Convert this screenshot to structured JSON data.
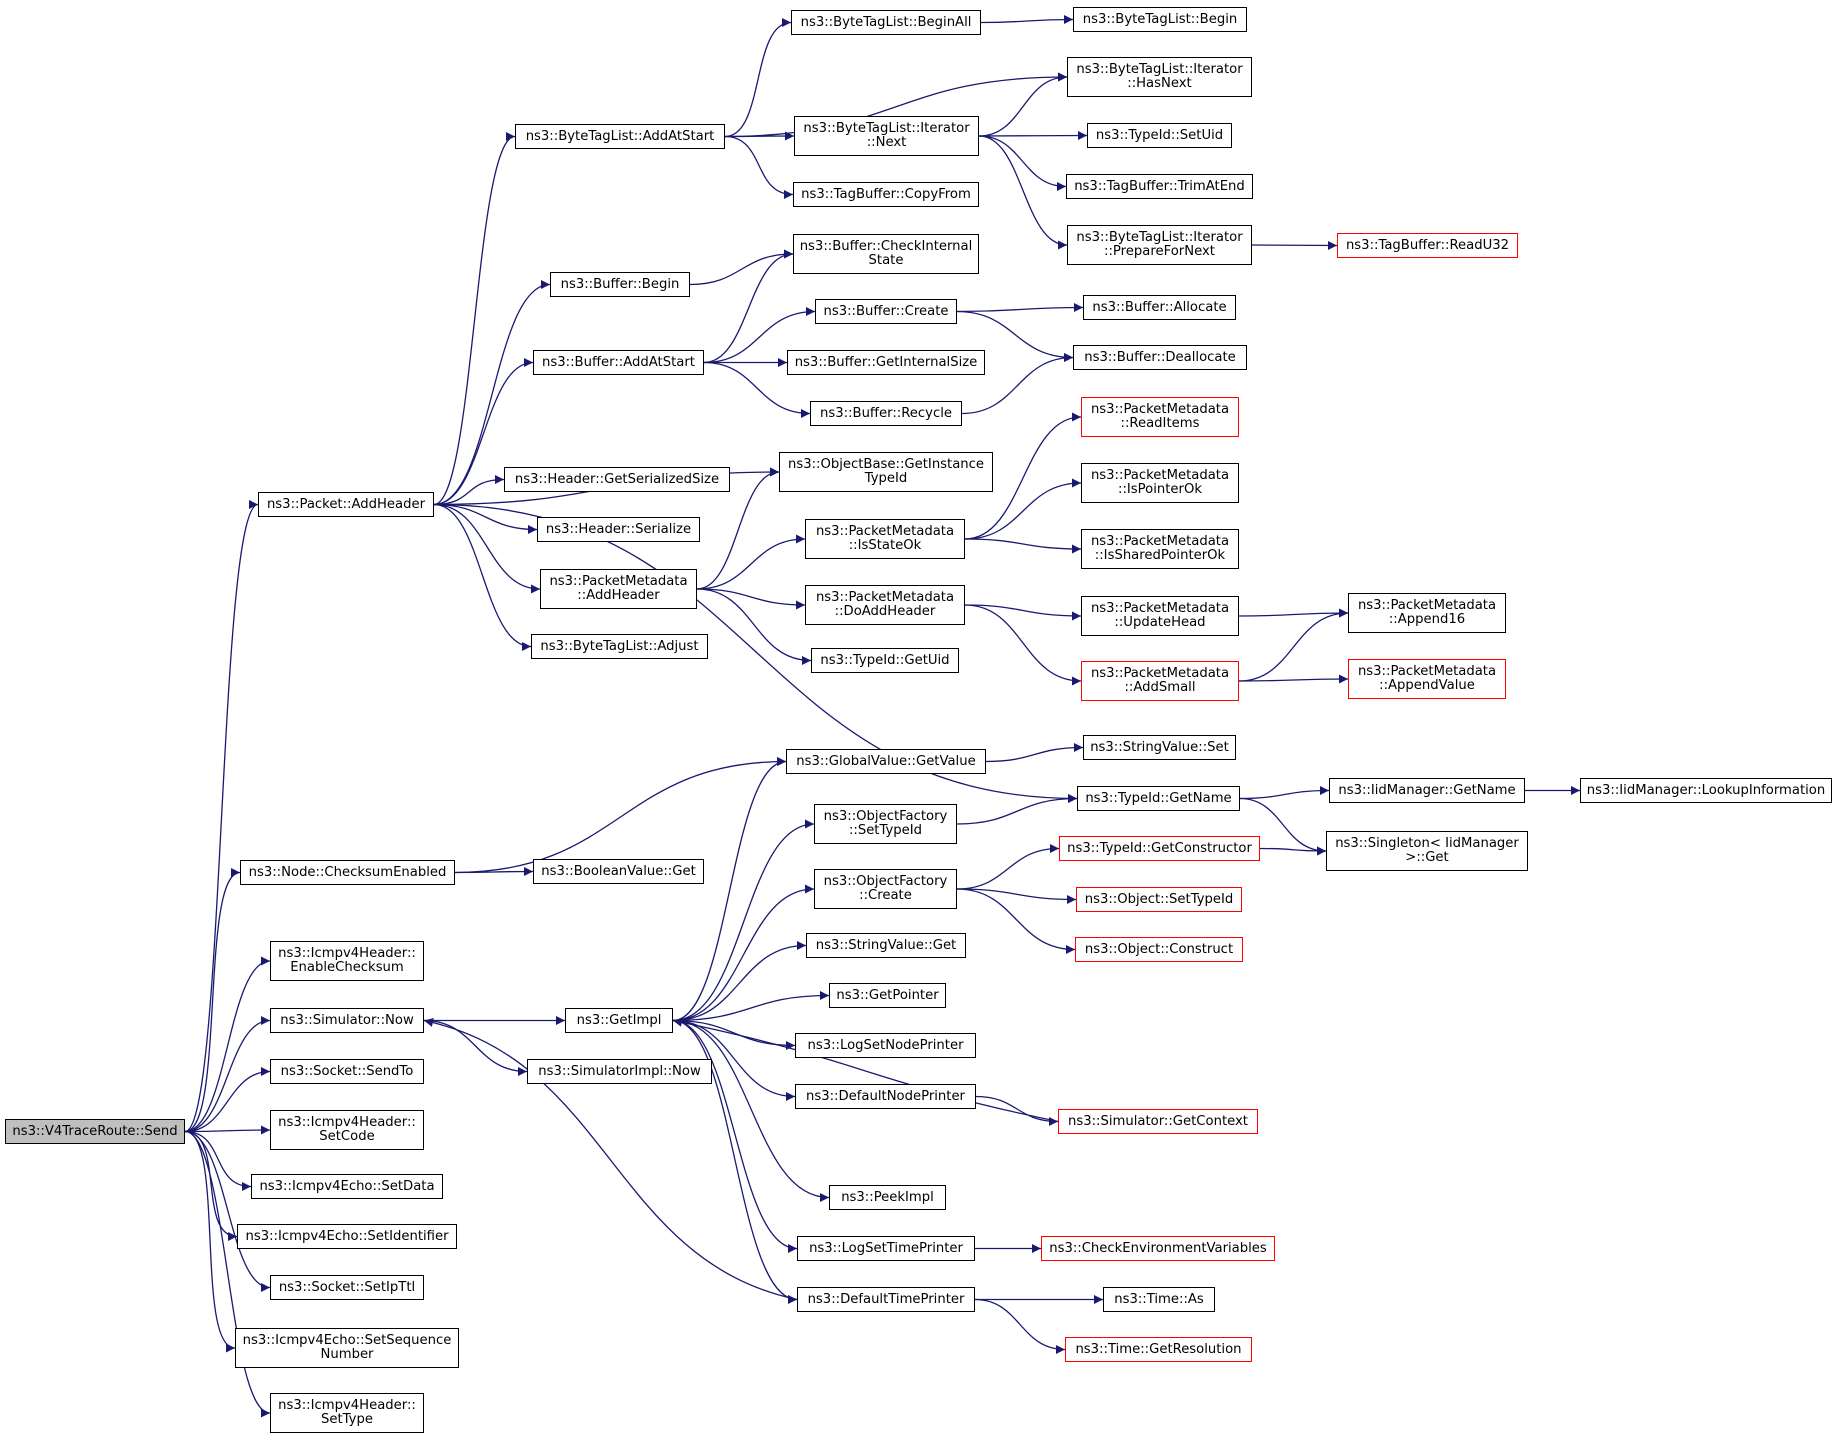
{
  "colors": {
    "edge": "#191970",
    "border": "#000000",
    "red_border": "#ff0000",
    "root_fill": "#bfbfbf"
  },
  "nodes": [
    {
      "id": "send",
      "label": "ns3::V4TraceRoute::Send",
      "root": true
    },
    {
      "id": "p_addheader",
      "label": "ns3::Packet::AddHeader"
    },
    {
      "id": "btl_addatstart",
      "label": "ns3::ByteTagList::AddAtStart"
    },
    {
      "id": "btl_beginall",
      "label": "ns3::ByteTagList::BeginAll"
    },
    {
      "id": "btl_begin",
      "label": "ns3::ByteTagList::Begin"
    },
    {
      "id": "btl_it_hasnext",
      "label": "ns3::ByteTagList::Iterator\n::HasNext"
    },
    {
      "id": "btl_it_next",
      "label": "ns3::ByteTagList::Iterator\n::Next"
    },
    {
      "id": "typeid_setuid",
      "label": "ns3::TypeId::SetUid"
    },
    {
      "id": "tagbuf_trimatend",
      "label": "ns3::TagBuffer::TrimAtEnd"
    },
    {
      "id": "tagbuf_copyfrom",
      "label": "ns3::TagBuffer::CopyFrom"
    },
    {
      "id": "btl_it_prepare",
      "label": "ns3::ByteTagList::Iterator\n::PrepareForNext"
    },
    {
      "id": "tagbuf_readu32",
      "label": "ns3::TagBuffer::ReadU32",
      "red": true
    },
    {
      "id": "buf_begin",
      "label": "ns3::Buffer::Begin"
    },
    {
      "id": "buf_checkinternal",
      "label": "ns3::Buffer::CheckInternal\nState"
    },
    {
      "id": "buf_addatstart",
      "label": "ns3::Buffer::AddAtStart"
    },
    {
      "id": "buf_create",
      "label": "ns3::Buffer::Create"
    },
    {
      "id": "buf_allocate",
      "label": "ns3::Buffer::Allocate"
    },
    {
      "id": "buf_deallocate",
      "label": "ns3::Buffer::Deallocate"
    },
    {
      "id": "buf_getinternalsize",
      "label": "ns3::Buffer::GetInternalSize"
    },
    {
      "id": "buf_recycle",
      "label": "ns3::Buffer::Recycle"
    },
    {
      "id": "pm_readitems",
      "label": "ns3::PacketMetadata\n::ReadItems",
      "red": true
    },
    {
      "id": "ob_getinstance",
      "label": "ns3::ObjectBase::GetInstance\nTypeId"
    },
    {
      "id": "hdr_getserialized",
      "label": "ns3::Header::GetSerializedSize"
    },
    {
      "id": "pm_ispointerok",
      "label": "ns3::PacketMetadata\n::IsPointerOk"
    },
    {
      "id": "pm_isstateok",
      "label": "ns3::PacketMetadata\n::IsStateOk"
    },
    {
      "id": "hdr_serialize",
      "label": "ns3::Header::Serialize"
    },
    {
      "id": "pm_issharedpointerok",
      "label": "ns3::PacketMetadata\n::IsSharedPointerOk"
    },
    {
      "id": "pm_addheader",
      "label": "ns3::PacketMetadata\n::AddHeader"
    },
    {
      "id": "pm_doaddheader",
      "label": "ns3::PacketMetadata\n::DoAddHeader"
    },
    {
      "id": "pm_updatehead",
      "label": "ns3::PacketMetadata\n::UpdateHead"
    },
    {
      "id": "pm_append16",
      "label": "ns3::PacketMetadata\n::Append16"
    },
    {
      "id": "btl_adjust",
      "label": "ns3::ByteTagList::Adjust"
    },
    {
      "id": "typeid_getuid",
      "label": "ns3::TypeId::GetUid"
    },
    {
      "id": "pm_addsmall",
      "label": "ns3::PacketMetadata\n::AddSmall",
      "red": true
    },
    {
      "id": "pm_appendvalue",
      "label": "ns3::PacketMetadata\n::AppendValue",
      "red": true
    },
    {
      "id": "sv_set",
      "label": "ns3::StringValue::Set"
    },
    {
      "id": "gv_getvalue",
      "label": "ns3::GlobalValue::GetValue"
    },
    {
      "id": "typeid_getname",
      "label": "ns3::TypeId::GetName"
    },
    {
      "id": "iid_getname",
      "label": "ns3::IidManager::GetName"
    },
    {
      "id": "iid_lookup",
      "label": "ns3::IidManager::LookupInformation"
    },
    {
      "id": "of_settypeid",
      "label": "ns3::ObjectFactory\n::SetTypeId"
    },
    {
      "id": "typeid_getconstructor",
      "label": "ns3::TypeId::GetConstructor",
      "red": true
    },
    {
      "id": "singleton_get",
      "label": "ns3::Singleton< IidManager\n>::Get"
    },
    {
      "id": "node_checksum",
      "label": "ns3::Node::ChecksumEnabled"
    },
    {
      "id": "bv_get",
      "label": "ns3::BooleanValue::Get"
    },
    {
      "id": "of_create",
      "label": "ns3::ObjectFactory\n::Create"
    },
    {
      "id": "obj_settypeid",
      "label": "ns3::Object::SetTypeId",
      "red": true
    },
    {
      "id": "obj_construct",
      "label": "ns3::Object::Construct",
      "red": true
    },
    {
      "id": "icmp_enablechecksum",
      "label": "ns3::Icmpv4Header::\nEnableChecksum"
    },
    {
      "id": "sv_get",
      "label": "ns3::StringValue::Get"
    },
    {
      "id": "getpointer",
      "label": "ns3::GetPointer"
    },
    {
      "id": "sim_now",
      "label": "ns3::Simulator::Now"
    },
    {
      "id": "getimpl",
      "label": "ns3::GetImpl"
    },
    {
      "id": "logsetnodeprinter",
      "label": "ns3::LogSetNodePrinter"
    },
    {
      "id": "simimpl_now",
      "label": "ns3::SimulatorImpl::Now"
    },
    {
      "id": "sock_sendto",
      "label": "ns3::Socket::SendTo"
    },
    {
      "id": "defaultnodeprinter",
      "label": "ns3::DefaultNodePrinter"
    },
    {
      "id": "sim_getcontext",
      "label": "ns3::Simulator::GetContext",
      "red": true
    },
    {
      "id": "icmp_setcode",
      "label": "ns3::Icmpv4Header::\nSetCode"
    },
    {
      "id": "echo_setdata",
      "label": "ns3::Icmpv4Echo::SetData"
    },
    {
      "id": "peekimpl",
      "label": "ns3::PeekImpl"
    },
    {
      "id": "echo_setidentifier",
      "label": "ns3::Icmpv4Echo::SetIdentifier"
    },
    {
      "id": "logsettimeprinter",
      "label": "ns3::LogSetTimePrinter"
    },
    {
      "id": "checkenv",
      "label": "ns3::CheckEnvironmentVariables",
      "red": true
    },
    {
      "id": "sock_setipttl",
      "label": "ns3::Socket::SetIpTtl"
    },
    {
      "id": "defaulttimeprinter",
      "label": "ns3::DefaultTimePrinter"
    },
    {
      "id": "time_as",
      "label": "ns3::Time::As"
    },
    {
      "id": "echo_setseq",
      "label": "ns3::Icmpv4Echo::SetSequence\nNumber"
    },
    {
      "id": "time_getresolution",
      "label": "ns3::Time::GetResolution",
      "red": true
    },
    {
      "id": "icmp_settype",
      "label": "ns3::Icmpv4Header::\nSetType"
    }
  ],
  "edges": [
    [
      "send",
      "p_addheader"
    ],
    [
      "send",
      "node_checksum"
    ],
    [
      "send",
      "icmp_enablechecksum"
    ],
    [
      "send",
      "sim_now"
    ],
    [
      "send",
      "sock_sendto"
    ],
    [
      "send",
      "icmp_setcode"
    ],
    [
      "send",
      "echo_setdata"
    ],
    [
      "send",
      "echo_setidentifier"
    ],
    [
      "send",
      "sock_setipttl"
    ],
    [
      "send",
      "echo_setseq"
    ],
    [
      "send",
      "icmp_settype"
    ],
    [
      "p_addheader",
      "btl_addatstart"
    ],
    [
      "p_addheader",
      "buf_begin"
    ],
    [
      "p_addheader",
      "buf_addatstart"
    ],
    [
      "p_addheader",
      "ob_getinstance"
    ],
    [
      "p_addheader",
      "hdr_getserialized"
    ],
    [
      "p_addheader",
      "hdr_serialize"
    ],
    [
      "p_addheader",
      "pm_addheader"
    ],
    [
      "p_addheader",
      "btl_adjust"
    ],
    [
      "p_addheader",
      "typeid_getname"
    ],
    [
      "btl_addatstart",
      "btl_beginall"
    ],
    [
      "btl_addatstart",
      "btl_it_hasnext"
    ],
    [
      "btl_addatstart",
      "btl_it_next"
    ],
    [
      "btl_addatstart",
      "tagbuf_copyfrom"
    ],
    [
      "btl_beginall",
      "btl_begin"
    ],
    [
      "btl_it_next",
      "btl_it_hasnext"
    ],
    [
      "btl_it_next",
      "typeid_setuid"
    ],
    [
      "btl_it_next",
      "tagbuf_trimatend"
    ],
    [
      "btl_it_next",
      "btl_it_prepare"
    ],
    [
      "btl_it_prepare",
      "tagbuf_readu32"
    ],
    [
      "buf_begin",
      "buf_checkinternal"
    ],
    [
      "buf_addatstart",
      "buf_checkinternal"
    ],
    [
      "buf_addatstart",
      "buf_create"
    ],
    [
      "buf_addatstart",
      "buf_getinternalsize"
    ],
    [
      "buf_addatstart",
      "buf_recycle"
    ],
    [
      "buf_create",
      "buf_allocate"
    ],
    [
      "buf_create",
      "buf_deallocate"
    ],
    [
      "buf_recycle",
      "buf_deallocate"
    ],
    [
      "pm_addheader",
      "ob_getinstance"
    ],
    [
      "pm_addheader",
      "pm_isstateok"
    ],
    [
      "pm_addheader",
      "pm_doaddheader"
    ],
    [
      "pm_addheader",
      "typeid_getuid"
    ],
    [
      "pm_isstateok",
      "pm_readitems"
    ],
    [
      "pm_isstateok",
      "pm_ispointerok"
    ],
    [
      "pm_isstateok",
      "pm_issharedpointerok"
    ],
    [
      "pm_doaddheader",
      "pm_updatehead"
    ],
    [
      "pm_doaddheader",
      "pm_addsmall"
    ],
    [
      "pm_updatehead",
      "pm_append16"
    ],
    [
      "pm_addsmall",
      "pm_append16"
    ],
    [
      "pm_addsmall",
      "pm_appendvalue"
    ],
    [
      "gv_getvalue",
      "sv_set"
    ],
    [
      "node_checksum",
      "gv_getvalue"
    ],
    [
      "node_checksum",
      "bv_get"
    ],
    [
      "typeid_getname",
      "iid_getname"
    ],
    [
      "typeid_getname",
      "singleton_get"
    ],
    [
      "iid_getname",
      "iid_lookup"
    ],
    [
      "of_settypeid",
      "typeid_getname"
    ],
    [
      "typeid_getconstructor",
      "singleton_get"
    ],
    [
      "of_create",
      "typeid_getconstructor"
    ],
    [
      "of_create",
      "obj_settypeid"
    ],
    [
      "of_create",
      "obj_construct"
    ],
    [
      "sim_now",
      "getimpl"
    ],
    [
      "sim_now",
      "simimpl_now"
    ],
    [
      "getimpl",
      "gv_getvalue"
    ],
    [
      "getimpl",
      "of_settypeid"
    ],
    [
      "getimpl",
      "of_create"
    ],
    [
      "getimpl",
      "sv_get"
    ],
    [
      "getimpl",
      "getpointer"
    ],
    [
      "getimpl",
      "logsetnodeprinter"
    ],
    [
      "getimpl",
      "defaultnodeprinter"
    ],
    [
      "getimpl",
      "peekimpl"
    ],
    [
      "getimpl",
      "logsettimeprinter"
    ],
    [
      "getimpl",
      "defaulttimeprinter"
    ],
    [
      "defaultnodeprinter",
      "sim_getcontext"
    ],
    [
      "sim_getcontext",
      "getimpl"
    ],
    [
      "logsettimeprinter",
      "checkenv"
    ],
    [
      "defaulttimeprinter",
      "sim_now"
    ],
    [
      "defaulttimeprinter",
      "time_as"
    ],
    [
      "defaulttimeprinter",
      "time_getresolution"
    ]
  ]
}
